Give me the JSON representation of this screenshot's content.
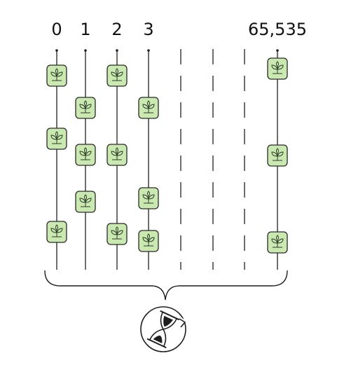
{
  "lanes": [
    {
      "label": "0"
    },
    {
      "label": "1"
    },
    {
      "label": "2"
    },
    {
      "label": "3"
    },
    {
      "label": ""
    },
    {
      "label": ""
    },
    {
      "label": ""
    },
    {
      "label": "65,535"
    }
  ],
  "colors": {
    "node_fill": "#c9e9b0",
    "stroke": "#1f1f1f",
    "text": "#111111"
  },
  "icons": {
    "node": "sprout-leaf-icon",
    "footer": "hourglass-cycle-icon"
  }
}
